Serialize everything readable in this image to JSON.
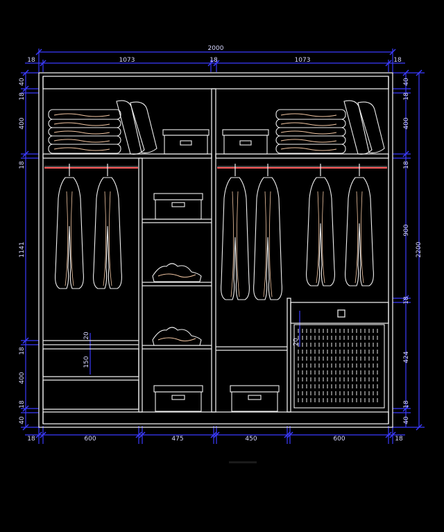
{
  "drawing": {
    "title": "",
    "colors": {
      "background": "#000000",
      "frame": "#e8e8e8",
      "dimension": "#3b3bff",
      "dimension_text": "#d8d8ff",
      "rod": "#ff5a5a",
      "fabric": "#f3c7a3"
    },
    "dimensions": {
      "top_total": "2000",
      "top_left_panel": "18",
      "top_left_bay": "1073",
      "top_center_panel": "18",
      "top_right_bay": "1073",
      "top_right_panel": "18",
      "bottom_left_panel": "18",
      "bottom_w1": "600",
      "bottom_w2": "475",
      "bottom_w3": "450",
      "bottom_w4": "600",
      "bottom_right_panel": "18",
      "left_top_cap": "40",
      "left_top_panel": "18",
      "left_shelf_height": "400",
      "left_mid_panel": "18",
      "left_hanging": "1141",
      "left_drawer_panel": "18",
      "left_drawer_height": "400",
      "left_bottom_panel": "18",
      "left_plinth": "40",
      "right_top_cap": "40",
      "right_top_panel": "18",
      "right_shelf_height": "400",
      "right_mid_panel": "18",
      "right_hanging": "900",
      "right_basket_panel": "18",
      "right_basket_height": "424",
      "right_bottom_panel": "18",
      "right_plinth": "40",
      "right_total": "2200",
      "inner_drawer_a": "20",
      "inner_drawer_b": "150",
      "inner_basket": "20"
    },
    "icons": [
      "folded-clothes-icon",
      "pillow-icon",
      "storage-box-icon",
      "hanging-garment-icon",
      "wire-basket-icon",
      "clothes-rod-icon"
    ]
  }
}
